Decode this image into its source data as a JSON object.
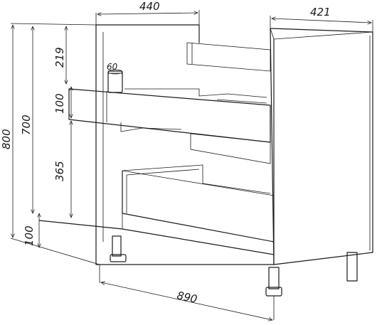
{
  "dimensions": {
    "top_depth": "440",
    "side_depth": "421",
    "total_height": "800",
    "body_height": "700",
    "top_gap": "219",
    "drawer_front": "100",
    "lower_gap": "365",
    "plinth": "100",
    "pipe": "60",
    "width": "890"
  }
}
